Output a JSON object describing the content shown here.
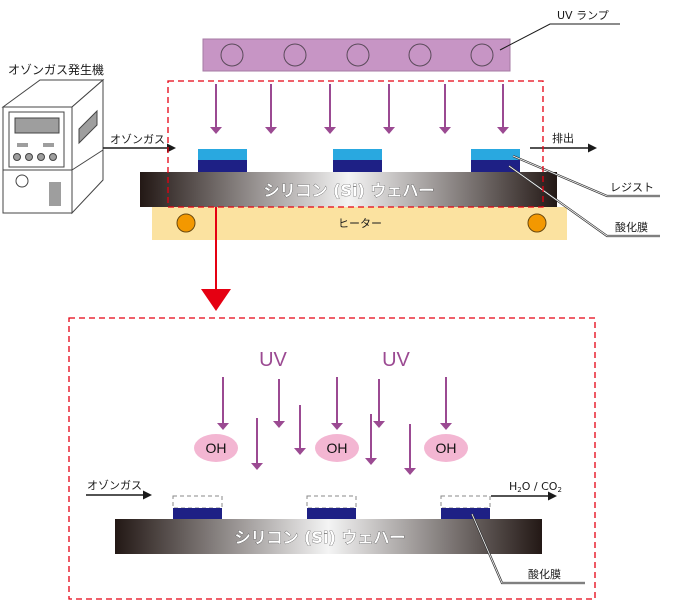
{
  "diagram": {
    "title": "UV ozone resist removal process",
    "labels": {
      "ozone_generator": "オゾンガス発生機",
      "ozone_gas": "オゾンガス",
      "uv_lamp": "UV ランプ",
      "exhaust": "排出",
      "resist": "レジスト",
      "oxide_film": "酸化膜",
      "wafer": "シリコン (Si) ウェハー",
      "heater": "ヒーター",
      "uv": "UV",
      "oh": "OH",
      "byproduct_h2o": "H",
      "byproduct_sub2": "2",
      "byproduct_o_sep": "O / CO",
      "byproduct_co2_sub": "2"
    },
    "colors": {
      "lamp": "#c795c5",
      "uv_arrow": "#9b4a92",
      "resist": "#29a8e0",
      "oxide": "#1e2085",
      "heater": "#fbe2a0",
      "heater_element": "#f39800",
      "highlight": "#e50012",
      "oh_bubble": "#f3b6d2"
    },
    "counts": {
      "lamp_tubes": 5,
      "top_uv_arrows": 6,
      "samples": 3,
      "oh_radicals": 3
    }
  }
}
